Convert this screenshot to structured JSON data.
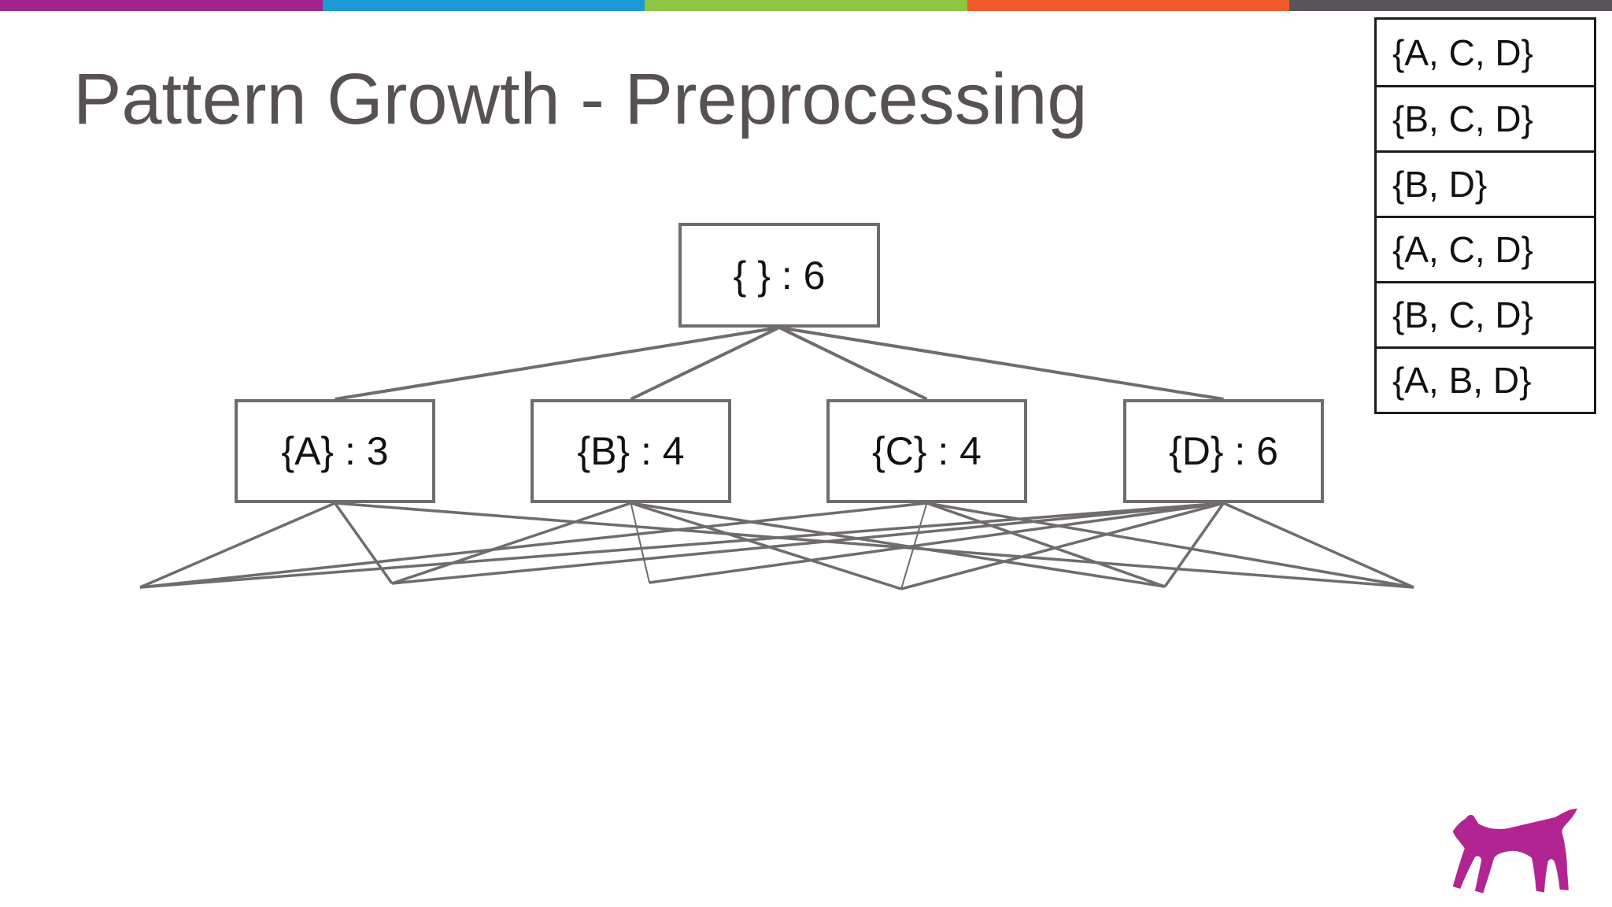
{
  "top_bar": {
    "colors": [
      "#a3238e",
      "#1b9ad6",
      "#8dc63f",
      "#f05a28",
      "#59545a"
    ]
  },
  "title": "Pattern Growth - Preprocessing",
  "diagram": {
    "line_color": "#6f6b6f",
    "root": {
      "id": "root",
      "label": "{ } : 6"
    },
    "items": [
      {
        "id": "A",
        "label": "{A} : 3"
      },
      {
        "id": "B",
        "label": "{B} : 4"
      },
      {
        "id": "C",
        "label": "{C} : 4"
      },
      {
        "id": "D",
        "label": "{D} : 6"
      }
    ],
    "root_edges": [
      "A",
      "B",
      "C",
      "D"
    ],
    "item_point_links": {
      "A": [
        1,
        2,
        6
      ],
      "B": [
        2,
        3,
        4,
        5
      ],
      "C": [
        1,
        4,
        5,
        6
      ],
      "D": [
        1,
        2,
        3,
        4,
        5,
        6
      ]
    },
    "thin_links": [
      [
        "B",
        3
      ],
      [
        "C",
        4
      ]
    ]
  },
  "transactions_table": {
    "border_color": "#1b1b1b",
    "rows": [
      "{A, C, D}",
      "{B, C, D}",
      "{B, D}",
      "{A, C, D}",
      "{B, C, D}",
      "{A, B, D}"
    ]
  },
  "logo": {
    "name": "dog-logo",
    "color": "#b22491"
  }
}
